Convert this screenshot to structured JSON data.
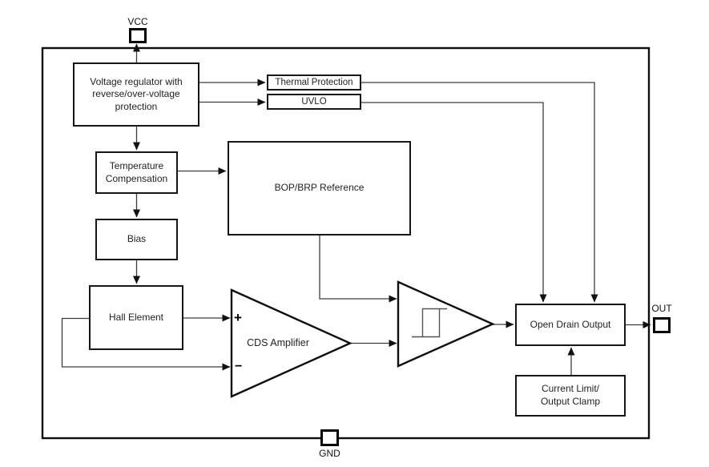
{
  "diagram": {
    "type": "ic-functional-block-diagram",
    "colors": {
      "background": "#ffffff",
      "block_border": "#161616",
      "wire": "#3d3d3d",
      "arrowhead": "#111111"
    }
  },
  "pins": {
    "vcc": {
      "label": "VCC"
    },
    "gnd": {
      "label": "GND"
    },
    "out": {
      "label": "OUT"
    }
  },
  "blocks": {
    "voltage_regulator": {
      "label": "Voltage regulator with\nreverse/over-voltage\nprotection"
    },
    "thermal_protection": {
      "label": "Thermal Protection"
    },
    "uvlo": {
      "label": "UVLO"
    },
    "temperature_compensation": {
      "label": "Temperature\nCompensation"
    },
    "bias": {
      "label": "Bias"
    },
    "hall_element": {
      "label": "Hall Element"
    },
    "bop_brp_reference": {
      "label": "BOP/BRP Reference"
    },
    "open_drain_output": {
      "label": "Open Drain Output"
    },
    "current_limit": {
      "label": "Current Limit/\nOutput Clamp"
    }
  },
  "amplifiers": {
    "cds": {
      "label": "CDS Amplifier",
      "plus": "+",
      "minus": "−"
    },
    "schmitt": {
      "symbol": "hysteresis-icon"
    }
  }
}
